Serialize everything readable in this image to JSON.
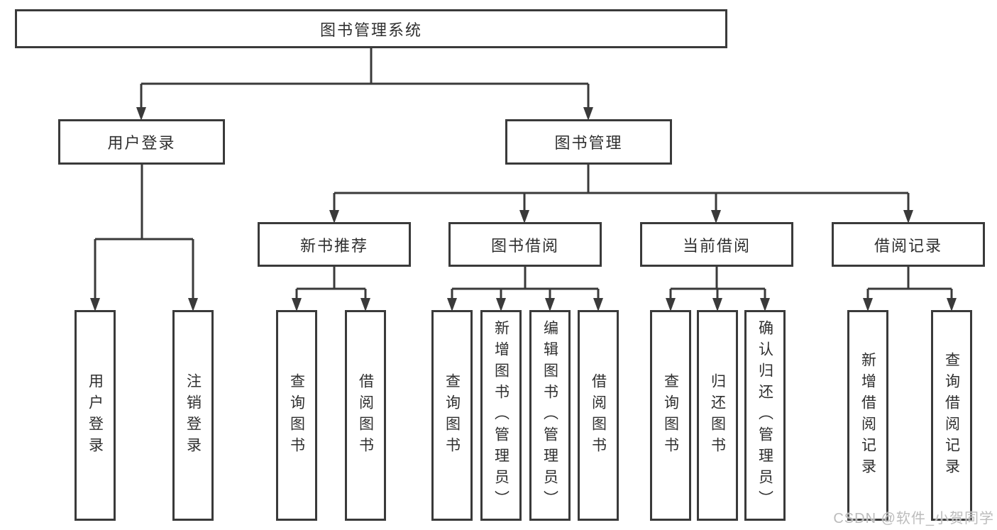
{
  "diagram": {
    "type": "hierarchy",
    "root": "图书管理系统",
    "login": {
      "label": "用户登录",
      "leaves": [
        "用户登录",
        "注销登录"
      ]
    },
    "mgmt": {
      "label": "图书管理",
      "groups": [
        {
          "label": "新书推荐",
          "leaves": [
            "查询图书",
            "借阅图书"
          ]
        },
        {
          "label": "图书借阅",
          "leaves": [
            "查询图书",
            "新增图书（管理员）",
            "编辑图书（管理员）",
            "借阅图书"
          ]
        },
        {
          "label": "当前借阅",
          "leaves": [
            "查询图书",
            "归还图书",
            "确认归还（管理员）"
          ]
        },
        {
          "label": "借阅记录",
          "leaves": [
            "新增借阅记录",
            "查询借阅记录"
          ]
        }
      ]
    }
  },
  "watermark": "CSDN @软件_小贺同学",
  "colors": {
    "line": "#3a3a3a",
    "text": "#2f2f2f",
    "background": "#ffffff",
    "watermark": "#bcbcbc"
  }
}
